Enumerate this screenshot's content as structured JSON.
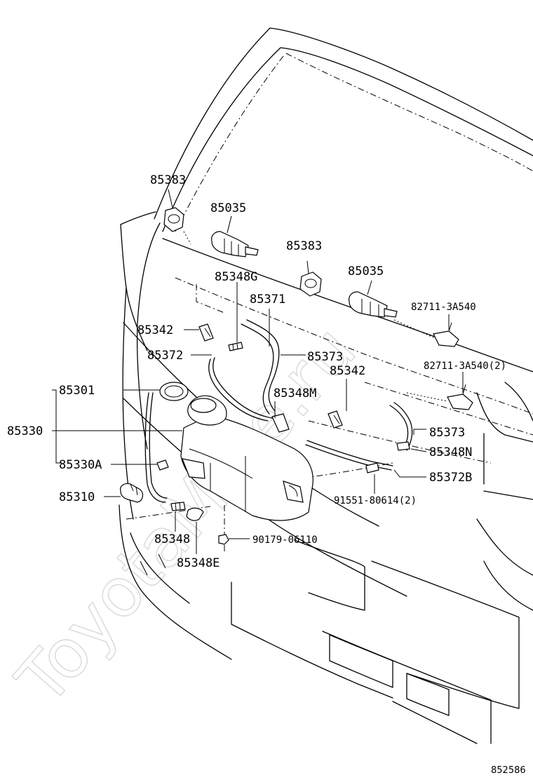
{
  "watermark": "ToyotaMine.ru",
  "figure_code": "852586",
  "labels": {
    "l85383a": "85383",
    "l85035a": "85035",
    "l85383b": "85383",
    "l85035b": "85035",
    "l85348g": "85348G",
    "l85371": "85371",
    "l82711a": "82711-3A540",
    "l85342a": "85342",
    "l85372": "85372",
    "l85373a": "85373",
    "l85342b": "85342",
    "l82711b": "82711-3A540(2)",
    "l85301": "85301",
    "l85348m": "85348M",
    "l85330": "85330",
    "l85373b": "85373",
    "l85348n": "85348N",
    "l85330a": "85330A",
    "l85372b": "85372B",
    "l85310": "85310",
    "l91551": "91551-80614(2)",
    "l85348": "85348",
    "l90179": "90179-06110",
    "l85348e": "85348E"
  }
}
